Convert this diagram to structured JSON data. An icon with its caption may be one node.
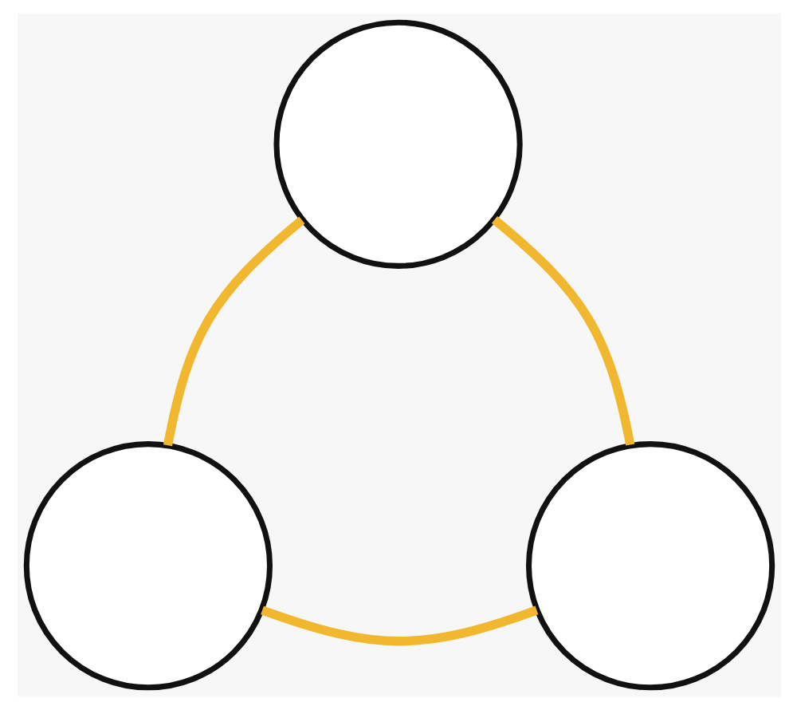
{
  "diagram": {
    "nodes": [
      {
        "text": [],
        "shape": "circle"
      },
      {
        "text": [],
        "shape": "circle"
      },
      {
        "text": [],
        "shape": "circle"
      }
    ],
    "edges": [
      {
        "from": 0,
        "to": 1,
        "arrow": "none",
        "color": "#f0b72f"
      },
      {
        "from": 2,
        "to": 0,
        "arrow": "none",
        "color": "#f0b72f"
      },
      {
        "from": 1,
        "to": 2,
        "arrow": "none",
        "color": "#f0b72f"
      }
    ]
  }
}
